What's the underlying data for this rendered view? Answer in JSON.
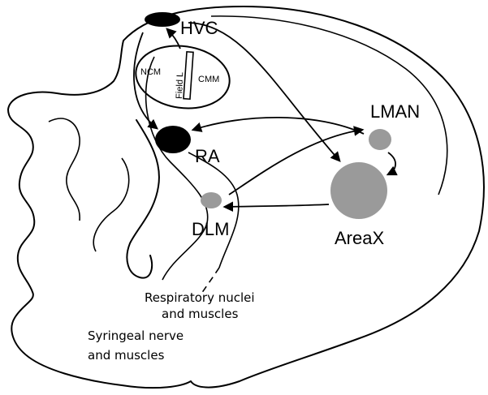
{
  "labels": {
    "hvc": "HVC",
    "ncm": "NCM",
    "field_l": "Field L",
    "cmm": "CMM",
    "lman": "LMAN",
    "ra": "RA",
    "dlm": "DLM",
    "areax": "AreaX",
    "respiratory_line1": "Respiratory nuclei",
    "respiratory_line2": "and muscles",
    "syringeal_line1": "Syringeal nerve",
    "syringeal_line2": "and muscles"
  },
  "colors": {
    "filled_black": "#000000",
    "filled_gray": "#9a9a9a",
    "line": "#000000",
    "background": "#ffffff"
  }
}
